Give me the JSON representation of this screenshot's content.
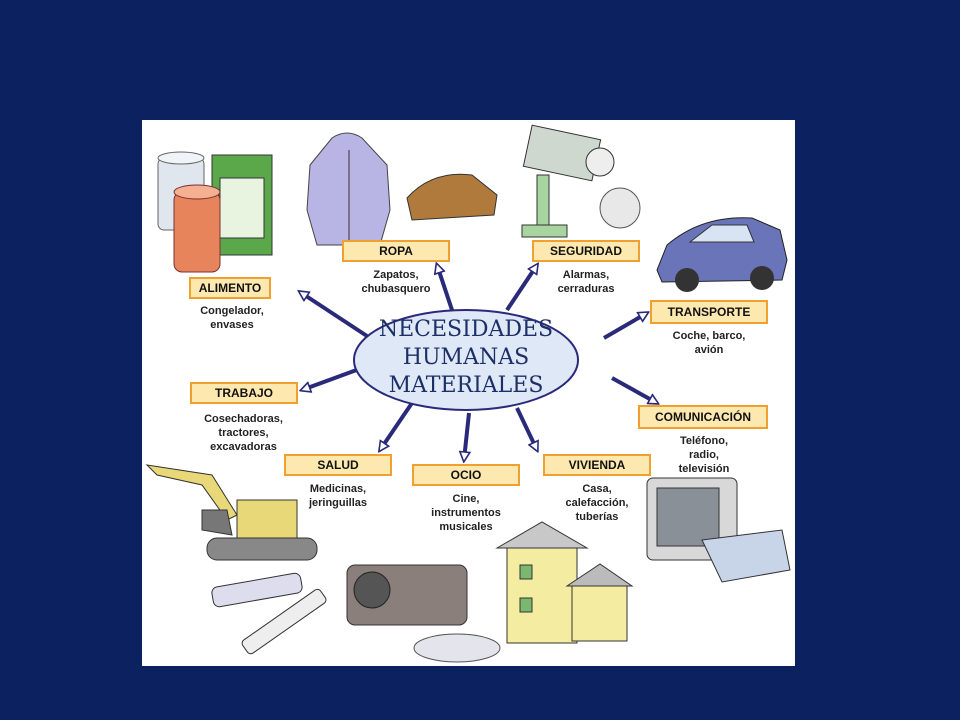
{
  "center": {
    "title": "NECESIDADES\nHUMANAS\nMATERIALES"
  },
  "categories": [
    {
      "key": "alimento",
      "label": "ALIMENTO",
      "examples": "Congelador,\nenvases"
    },
    {
      "key": "ropa",
      "label": "ROPA",
      "examples": "Zapatos,\nchubasquero"
    },
    {
      "key": "seguridad",
      "label": "SEGURIDAD",
      "examples": "Alarmas,\ncerraduras"
    },
    {
      "key": "transporte",
      "label": "TRANSPORTE",
      "examples": "Coche, barco,\navión"
    },
    {
      "key": "comunicacion",
      "label": "COMUNICACIÓN",
      "examples": "Teléfono,\nradio,\ntelevisión"
    },
    {
      "key": "trabajo",
      "label": "TRABAJO",
      "examples": "Cosechadoras,\ntractores,\nexcavadoras"
    },
    {
      "key": "salud",
      "label": "SALUD",
      "examples": "Medicinas,\njeringuillas"
    },
    {
      "key": "ocio",
      "label": "OCIO",
      "examples": "Cine,\ninstrumentos\nmusicales"
    },
    {
      "key": "vivienda",
      "label": "VIVIENDA",
      "examples": "Casa,\ncalefacción,\ntuberías"
    }
  ],
  "illustrations": {
    "food": "food-cans-icon",
    "clothes": "jacket-and-shoe-icon",
    "security": "camera-and-lock-icon",
    "car": "car-icon",
    "tv_phone": "tv-and-phone-icon",
    "excavator": "excavator-icon",
    "medicine": "syringe-icon",
    "leisure": "camera-and-disc-icon",
    "house": "house-icon"
  },
  "colors": {
    "background": "#0b2160",
    "box_fill": "#fde9b0",
    "box_border": "#f0a030",
    "arrow": "#2a2a7a",
    "ellipse": "#dfe8f6"
  }
}
